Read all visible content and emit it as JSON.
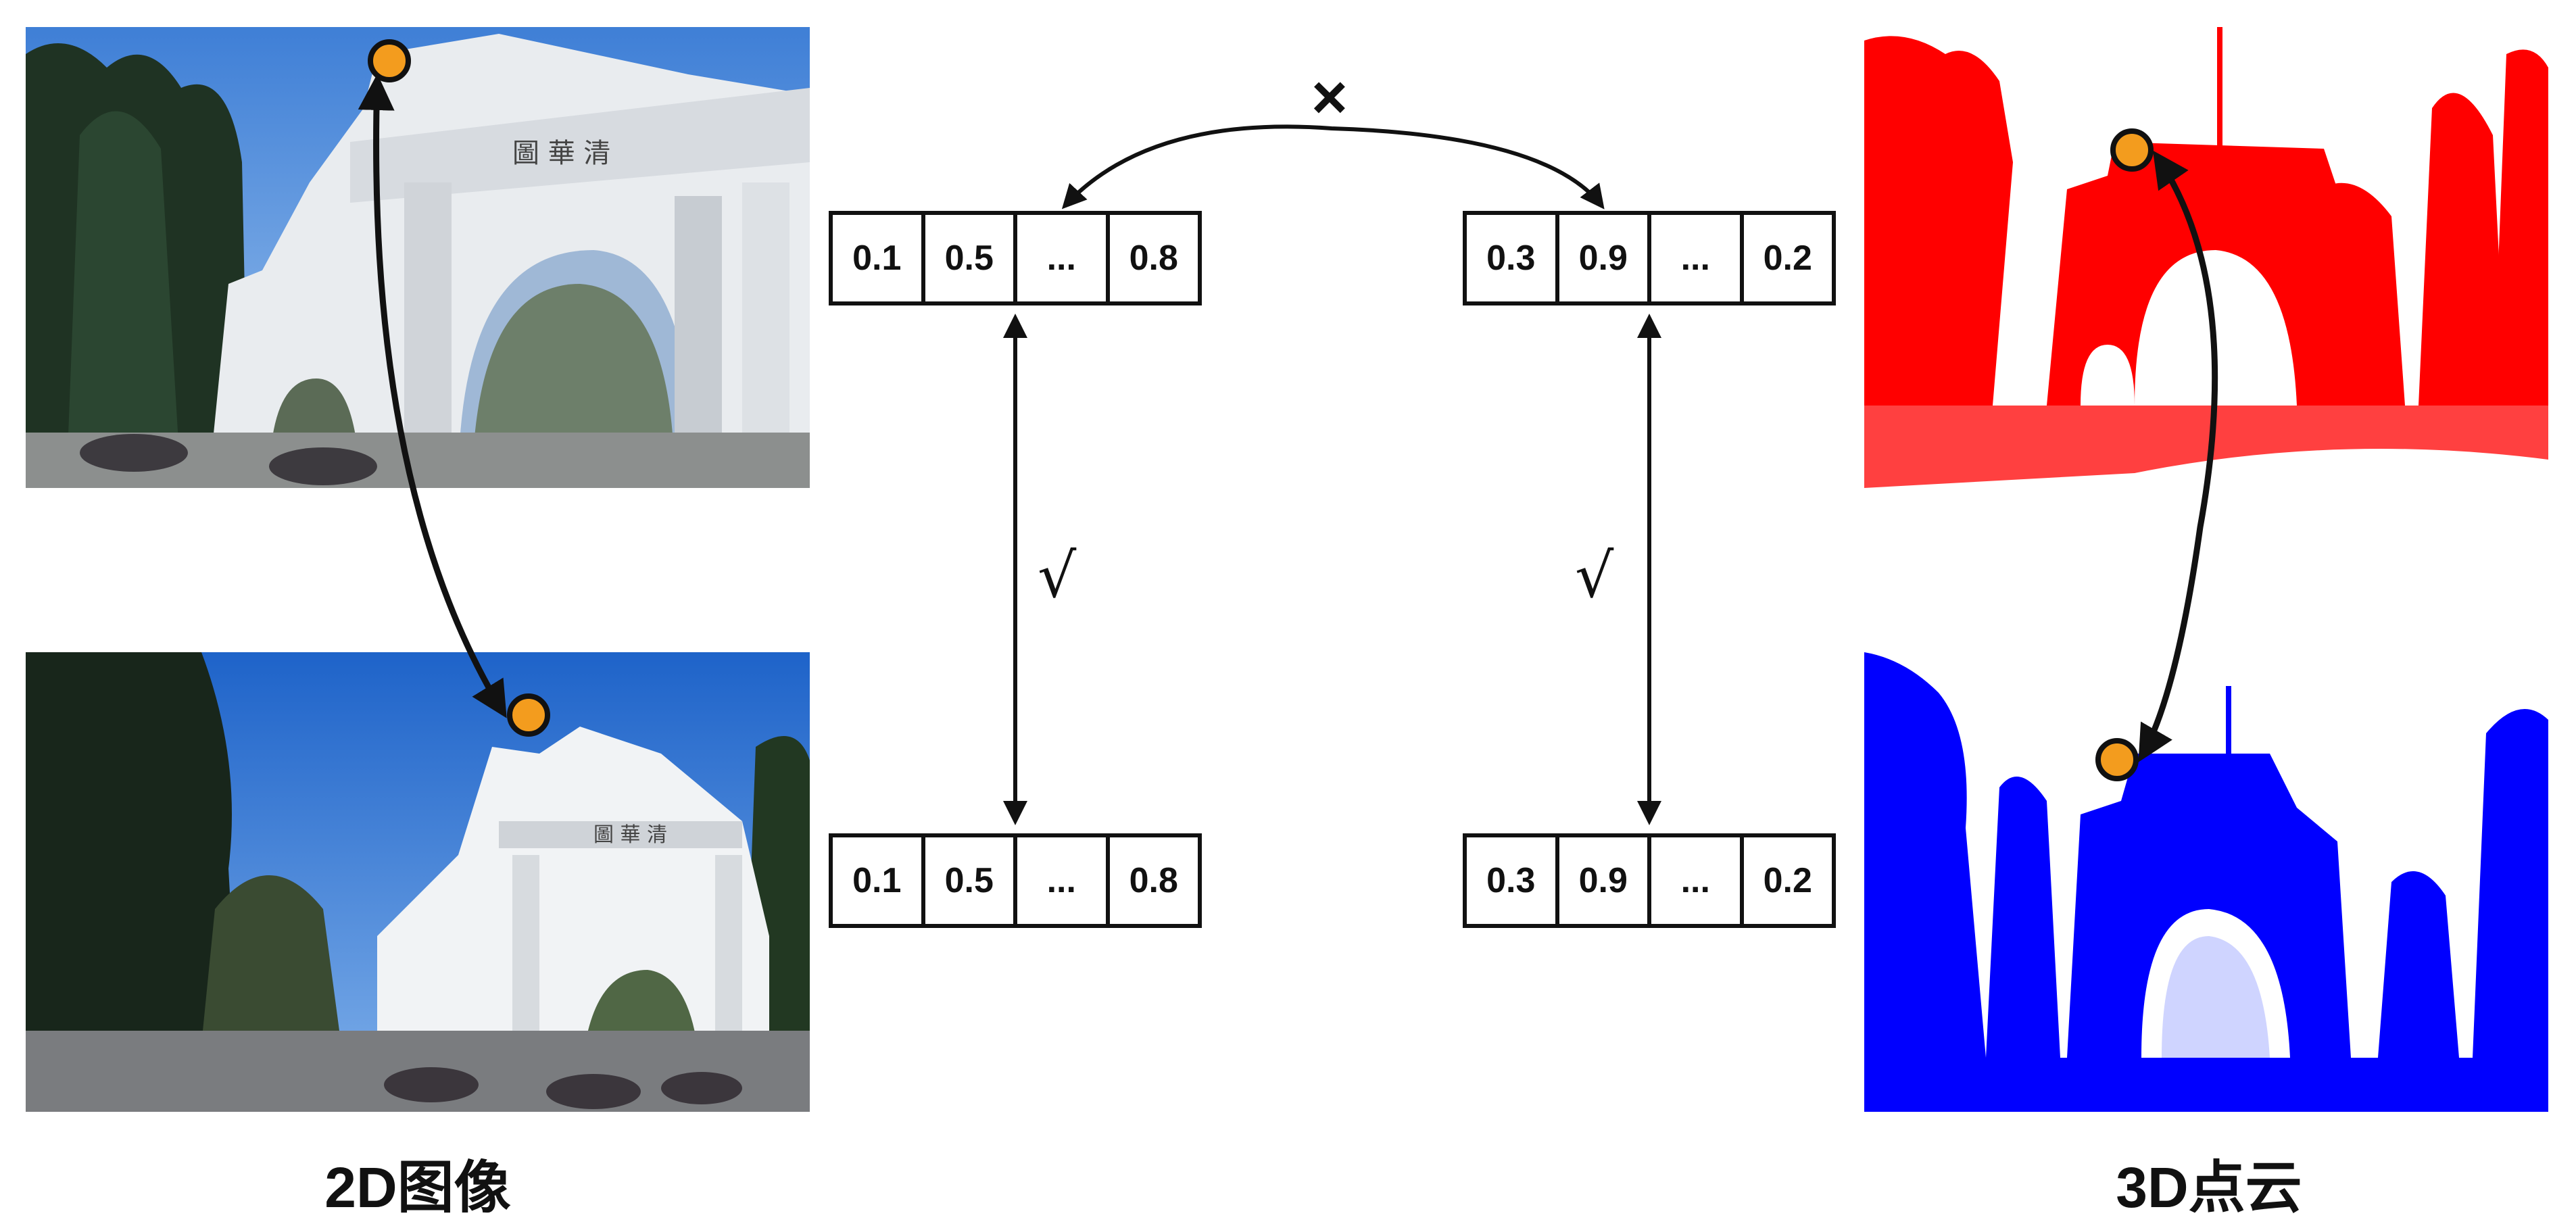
{
  "captions": {
    "left": "2D图像",
    "right": "3D点云"
  },
  "vectors": {
    "top_left": [
      "0.1",
      "0.5",
      "...",
      "0.8"
    ],
    "bottom_left": [
      "0.1",
      "0.5",
      "...",
      "0.8"
    ],
    "top_right": [
      "0.3",
      "0.9",
      "...",
      "0.2"
    ],
    "bottom_right": [
      "0.3",
      "0.9",
      "...",
      "0.2"
    ]
  },
  "marks": {
    "match_left": "√",
    "match_right": "√",
    "mismatch": "×"
  },
  "colors": {
    "keypoint_fill": "#F39C1E",
    "keypoint_stroke": "#111111",
    "cloud_top": "#FF0000",
    "cloud_bottom": "#0000FF",
    "arrow": "#111111"
  },
  "icons": {
    "keypoint": "orange-circle-icon",
    "arrow": "double-arrow-icon"
  }
}
